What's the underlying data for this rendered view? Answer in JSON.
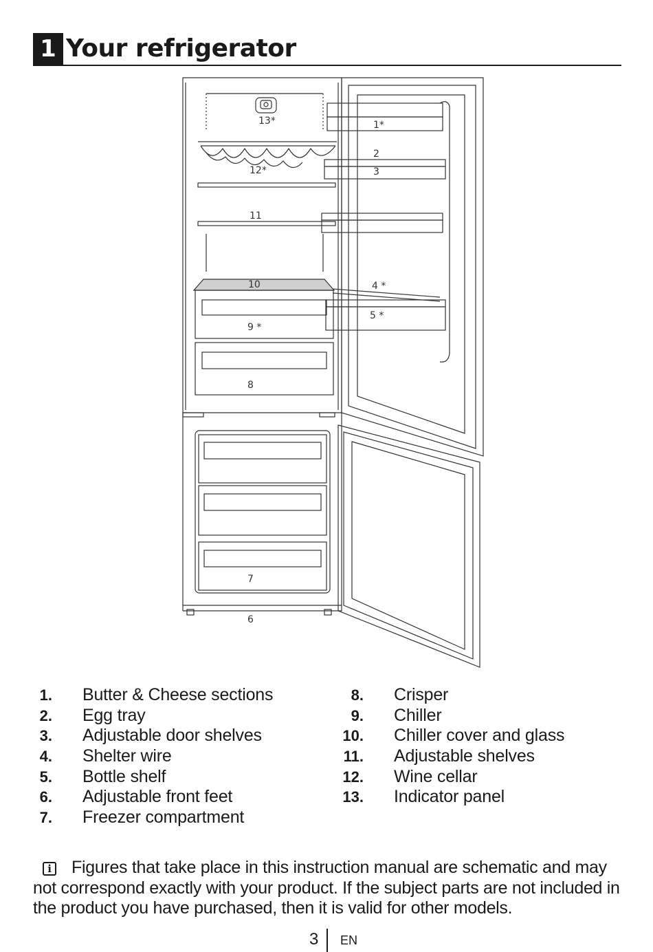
{
  "header": {
    "section_number": "1",
    "title": "Your refrigerator"
  },
  "diagram": {
    "callouts": [
      "13*",
      "1*",
      "12*",
      "2",
      "3",
      "11",
      "10",
      "4 *",
      "5 *",
      "9 *",
      "8",
      "7",
      "6"
    ]
  },
  "parts": {
    "left": [
      {
        "num": "1.",
        "name": "Butter & Cheese sections"
      },
      {
        "num": "2.",
        "name": "Egg tray"
      },
      {
        "num": "3.",
        "name": "Adjustable door shelves"
      },
      {
        "num": "4.",
        "name": "Shelter wire"
      },
      {
        "num": "5.",
        "name": "Bottle shelf"
      },
      {
        "num": "6.",
        "name": "Adjustable front feet"
      },
      {
        "num": "7.",
        "name": "Freezer compartment"
      }
    ],
    "right": [
      {
        "num": "8.",
        "name": "Crisper"
      },
      {
        "num": "9.",
        "name": "Chiller"
      },
      {
        "num": "10.",
        "name": "Chiller cover and glass"
      },
      {
        "num": "11.",
        "name": "Adjustable shelves"
      },
      {
        "num": "12.",
        "name": "Wine cellar"
      },
      {
        "num": "13.",
        "name": "Indicator panel"
      }
    ]
  },
  "note": {
    "icon": "info-icon",
    "text": "Figures that take place in this instruction manual are schematic and may not correspond exactly with your product. If the subject parts are not included in the product you have purchased, then it is valid for other models."
  },
  "footer": {
    "page": "3",
    "lang": "EN"
  }
}
